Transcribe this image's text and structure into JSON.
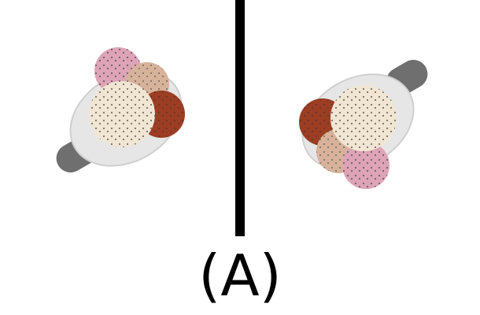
{
  "caption": "(A)",
  "objects": [
    {
      "name": "object-view-left",
      "description_icon": "ice-cream-bowl-icon"
    },
    {
      "name": "object-view-right",
      "description_icon": "ice-cream-bowl-icon"
    }
  ],
  "colors": {
    "divider": "#000000",
    "bowl": "#e6e6e6",
    "handle": "#6f6f6f",
    "scoop_pink": "#dca4b6",
    "scoop_cream": "#f1e6d3",
    "scoop_peach": "#d7b39c",
    "scoop_brown": "#9b3e24"
  }
}
